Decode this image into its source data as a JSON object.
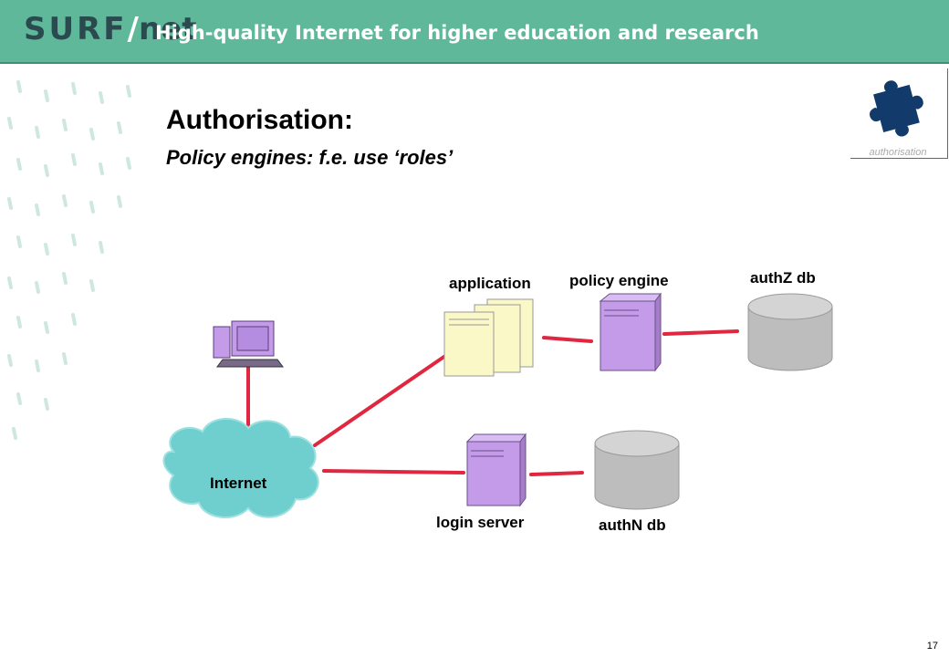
{
  "header": {
    "logo_left": "SURF",
    "logo_slash": "/",
    "logo_right": "net",
    "tagline": "High-quality Internet for higher education and research"
  },
  "slide": {
    "title": "Authorisation:",
    "subtitle": "Policy engines: f.e. use ‘roles’",
    "page_number": "17"
  },
  "badge": {
    "caption": "authorisation",
    "icon": "puzzle-piece-icon"
  },
  "diagram": {
    "nodes": {
      "internet": "Internet",
      "application": "application",
      "policy_engine": "policy engine",
      "authz_db": "authZ db",
      "login_server": "login server",
      "authn_db": "authN db"
    }
  },
  "colors": {
    "header_bg": "#5fb89a",
    "link": "#e0273f",
    "cloud": "#6fcfcf",
    "server_purple": "#c39be8",
    "server_cream": "#fbf8c8",
    "db_gray": "#bdbdbd"
  }
}
